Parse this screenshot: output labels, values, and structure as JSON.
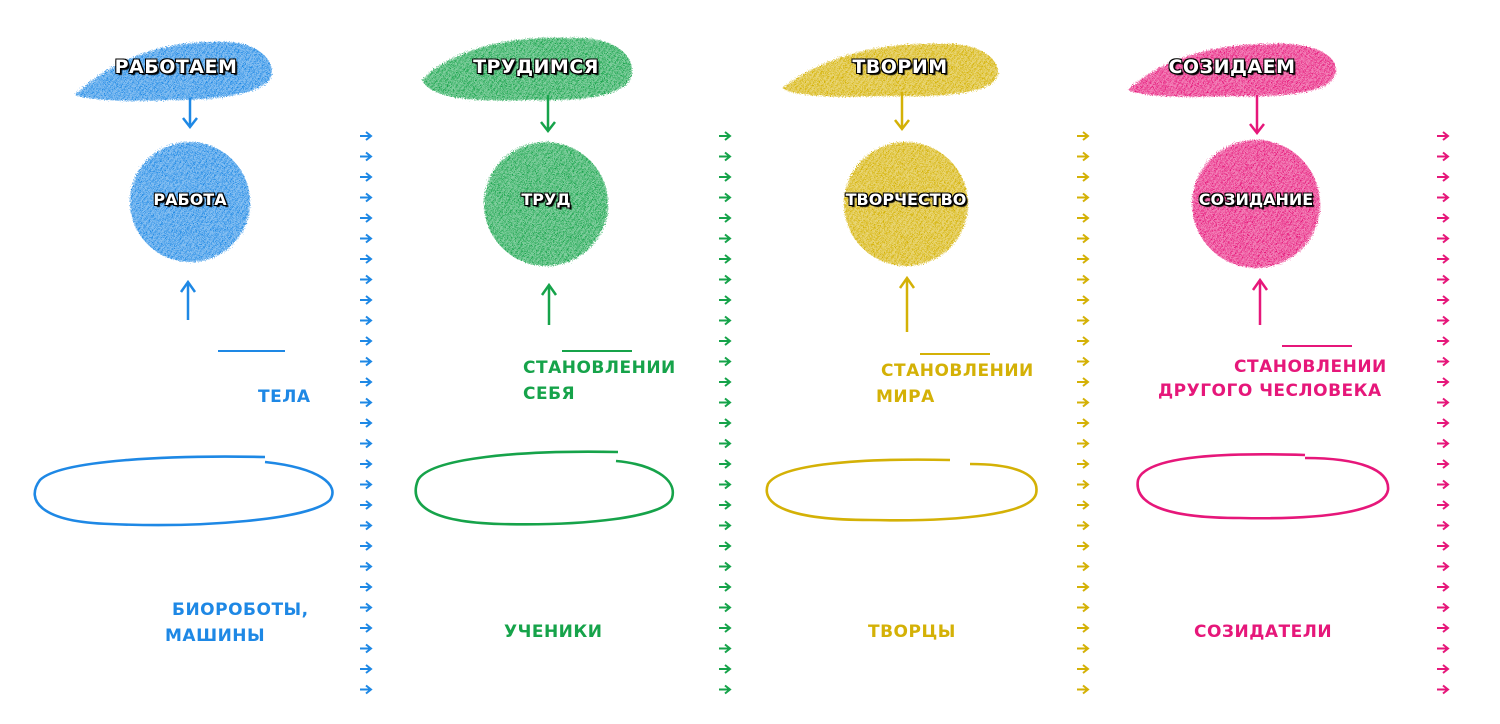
{
  "columns": [
    {
      "color": "#1e88e5",
      "banner": "РАБОТАЕМ",
      "circle": "РАБОТА",
      "line1": "",
      "line2": "ТЕЛА",
      "bottom1": "БИОРОБОТЫ,",
      "bottom2": "МАШИНЫ"
    },
    {
      "color": "#16a34a",
      "banner": "ТРУДИМСЯ",
      "circle": "ТРУД",
      "line1": "СТАНОВЛЕНИИ",
      "line2": "СЕБЯ",
      "bottom1": "",
      "bottom2": "УЧЕНИКИ"
    },
    {
      "color": "#d4b106",
      "banner": "ТВОРИМ",
      "circle": "ТВОРЧЕСТВО",
      "line1": "СТАНОВЛЕНИИ",
      "line2": "МИРА",
      "bottom1": "",
      "bottom2": "ТВОРЦЫ"
    },
    {
      "color": "#e6177a",
      "banner": "СОЗИДАЕМ",
      "circle": "СОЗИДАНИЕ",
      "line1": "СТАНОВЛЕНИИ",
      "line2": "ДРУГОГО ЧЕСЛОВЕКА",
      "bottom1": "",
      "bottom2": "СОЗИДАТЕЛИ"
    }
  ]
}
